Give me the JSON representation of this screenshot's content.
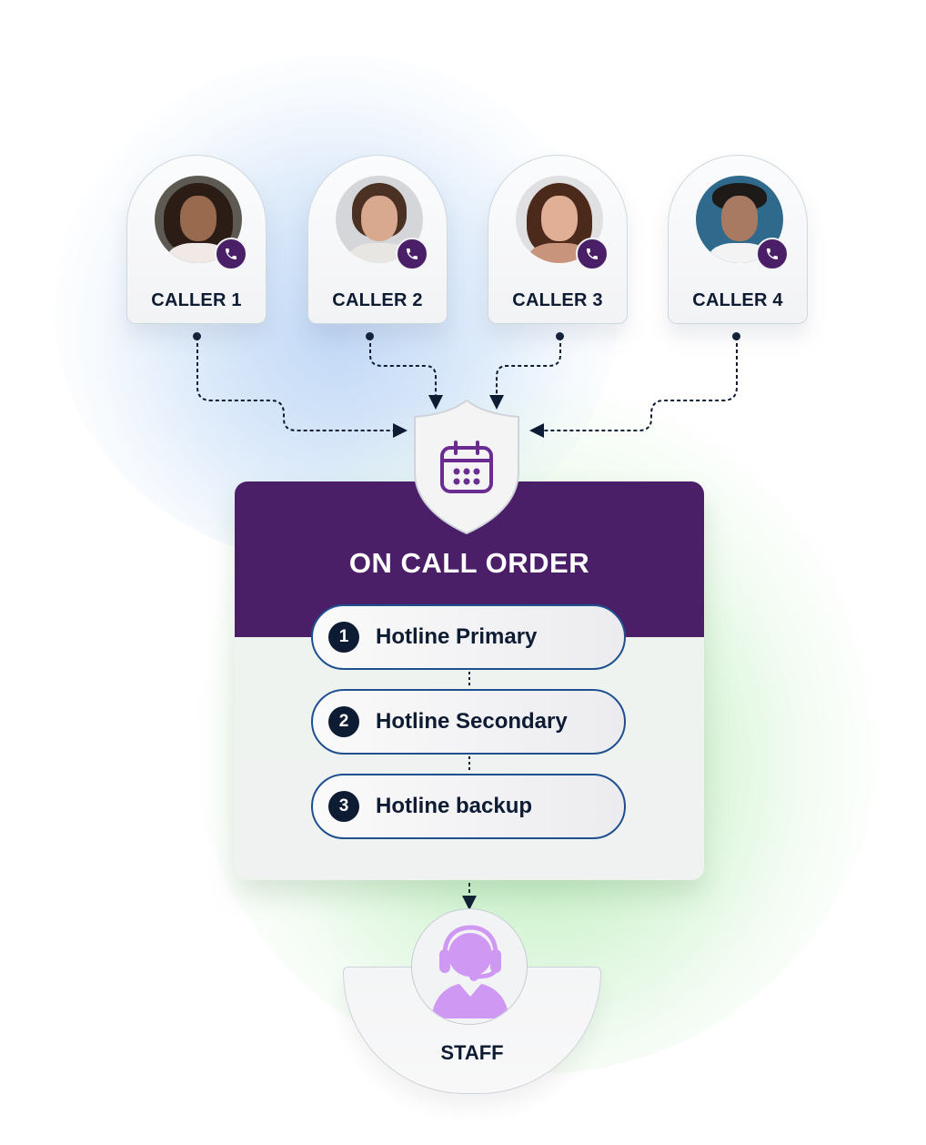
{
  "colors": {
    "brand_purple": "#4a1f67",
    "navy": "#0d1b33",
    "step_border": "#1e4f8f",
    "staff_icon": "#cf99f3",
    "calendar_icon": "#6a2c91"
  },
  "callers": [
    {
      "label": "CALLER 1",
      "icon": "phone-icon"
    },
    {
      "label": "CALLER 2",
      "icon": "phone-icon"
    },
    {
      "label": "CALLER 3",
      "icon": "phone-icon"
    },
    {
      "label": "CALLER 4",
      "icon": "phone-icon"
    }
  ],
  "hub": {
    "icon": "calendar-icon",
    "title": "ON CALL ORDER",
    "steps": [
      {
        "number": "1",
        "label": "Hotline Primary"
      },
      {
        "number": "2",
        "label": "Hotline Secondary"
      },
      {
        "number": "3",
        "label": "Hotline backup"
      }
    ]
  },
  "staff": {
    "icon": "headset-agent-icon",
    "label": "STAFF"
  }
}
